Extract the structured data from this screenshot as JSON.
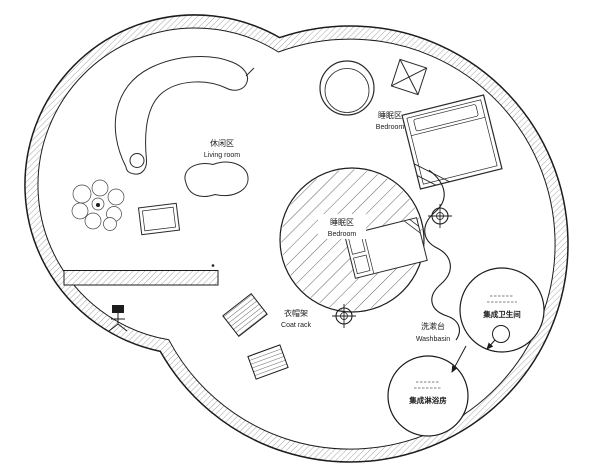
{
  "canvas": {
    "background": "#ffffff",
    "ink": "#1c1c1c",
    "hatch_color": "#9a9a9a"
  },
  "areas": {
    "living_room": {
      "label_zh": "休闲区",
      "label_en": "Living room"
    },
    "bedroom_upper": {
      "label_zh": "睡眠区",
      "label_en": "Bedroom"
    },
    "bedroom_center": {
      "label_zh": "睡眠区",
      "label_en": "Bedroom"
    },
    "coat_rack": {
      "label_zh": "衣帽架",
      "label_en": "Coat rack"
    },
    "washbasin": {
      "label_zh": "洗漱台",
      "label_en": "Washbasin"
    },
    "bathroom_pod": {
      "label_zh": "集成卫生间"
    },
    "shower_pod": {
      "label_zh": "集成淋浴房"
    }
  },
  "icons": {
    "ceiling_fixture": "circle-cross",
    "entry_marker": "door-symbol",
    "direction_arrow": "arrow",
    "pod_fixture": "round-mirror"
  }
}
